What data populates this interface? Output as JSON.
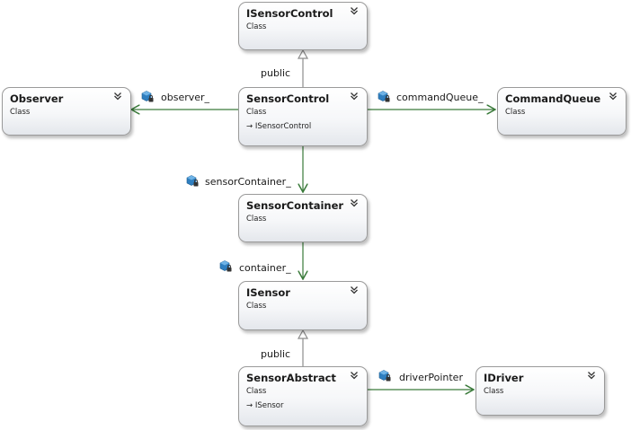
{
  "classes": {
    "isensorcontrol": {
      "name": "ISensorControl",
      "kind": "Class"
    },
    "sensorcontrol": {
      "name": "SensorControl",
      "kind": "Class",
      "implements": "ISensorControl"
    },
    "observer": {
      "name": "Observer",
      "kind": "Class"
    },
    "commandqueue": {
      "name": "CommandQueue",
      "kind": "Class"
    },
    "sensorcontainer": {
      "name": "SensorContainer",
      "kind": "Class"
    },
    "isensor": {
      "name": "ISensor",
      "kind": "Class"
    },
    "sensorabstract": {
      "name": "SensorAbstract",
      "kind": "Class",
      "implements": "ISensor"
    },
    "idriver": {
      "name": "IDriver",
      "kind": "Class"
    }
  },
  "connectors": {
    "inherit_sensorcontrol": "public",
    "observer": "observer_",
    "commandqueue": "commandQueue_",
    "sensorcontainer": "sensorContainer_",
    "container": "container_",
    "inherit_sensorabstract": "public",
    "driver": "driverPointer"
  },
  "icons": {
    "collapse": "double-chevron-up-icon",
    "private_field": "private-field-lock-icon",
    "inheritance": "inheritance-arrow-icon"
  },
  "colors": {
    "association_line": "#3a7a3a",
    "inheritance_line": "#8c8c8c"
  }
}
